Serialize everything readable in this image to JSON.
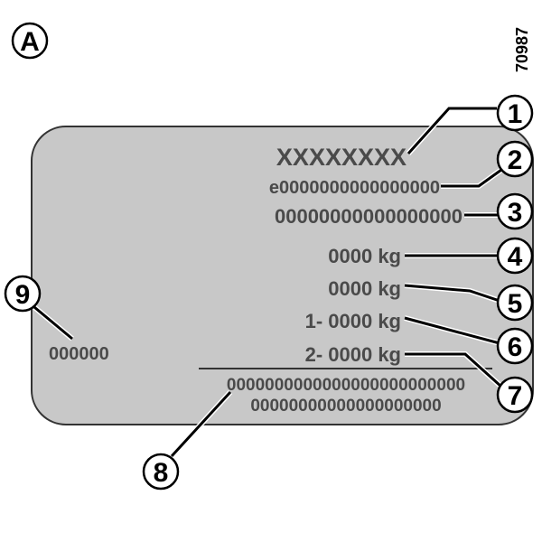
{
  "figure_label": "A",
  "reference_code": "70987",
  "plate": {
    "colors": {
      "fill": "#c8c8c8",
      "text": "#4a4a4a",
      "stroke": "#333333"
    },
    "lines": {
      "type": "XXXXXXXX",
      "approval": "e0000000000000000",
      "vin": "00000000000000000",
      "gvw": "0000 kg",
      "gtw": "0000 kg",
      "front_axle": "1- 0000 kg",
      "rear_axle": "2- 0000 kg",
      "extra_1": "0000000000000000000000000",
      "extra_2": "00000000000000000000",
      "left_code": "000000"
    }
  },
  "callouts": [
    "1",
    "2",
    "3",
    "4",
    "5",
    "6",
    "7",
    "8",
    "9"
  ]
}
